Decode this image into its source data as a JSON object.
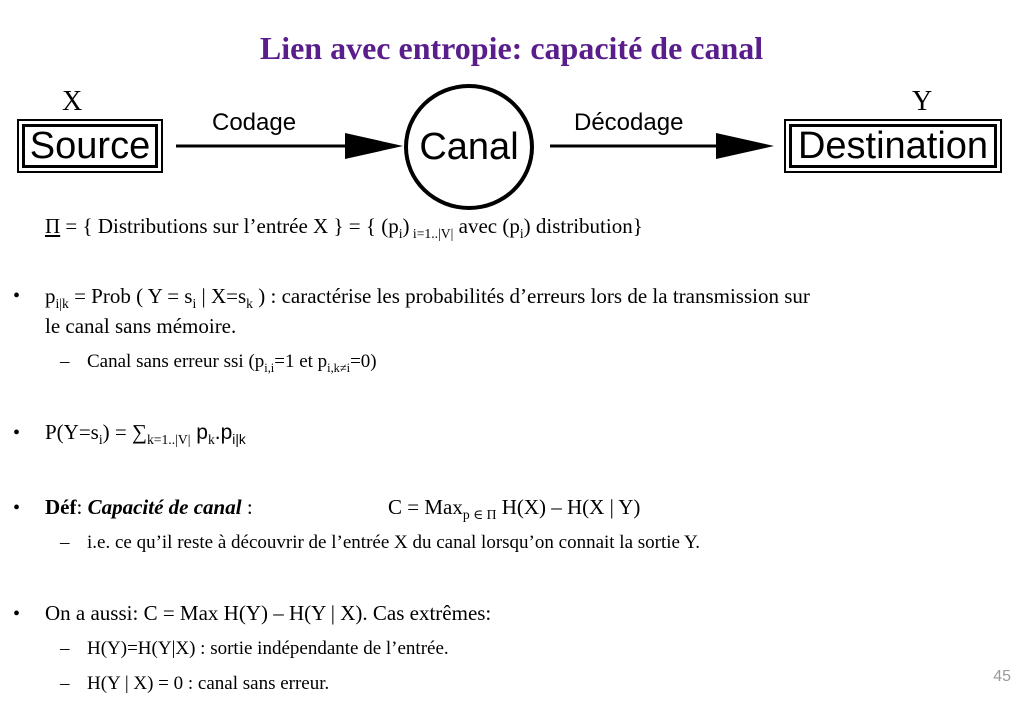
{
  "title": "Lien avec entropie: capacité de canal",
  "diagram": {
    "x_label": "X",
    "y_label": "Y",
    "source": "Source",
    "canal": "Canal",
    "destination": "Destination",
    "codage": "Codage",
    "decodage": "Décodage"
  },
  "bullets": {
    "b1_marker": "",
    "b1_pi": "Π",
    "b1_text1": " = { Distributions sur l’entrée X } = { (p",
    "b1_i": "i",
    "b1_close": ")",
    "b1_range": " i=1..|V|",
    "b1_text2": " avec (p",
    "b1_i2": "i",
    "b1_text3": ") distribution}",
    "b2_marker": "•",
    "b2_p": "p",
    "b2_ik": "i|k",
    "b2_text1": " = Prob ( Y = s",
    "b2_i": "i",
    "b2_text2": " | X=s",
    "b2_k": "k",
    "b2_text3": " ) :  caractérise les probabilités d’erreurs lors de la transmission sur",
    "b2_line2": "le canal sans mémoire.",
    "b2_sub_marker": "–",
    "b2_sub_text1": "Canal sans erreur ssi  (p",
    "b2_sub_ii": "i,i",
    "b2_sub_text2": "=1  et p",
    "b2_sub_ik": "i,k≠i",
    "b2_sub_text3": "=0)",
    "b3_marker": "•",
    "b3_text1": "P(Y=s",
    "b3_i": "i",
    "b3_text2": ") = ∑",
    "b3_range": "k=1..|V|",
    "b3_pk": " p",
    "b3_k": "k",
    "b3_dot": ".p",
    "b3_ik": "i|k",
    "b4_marker": "•",
    "b4_def": "Déf",
    "b4_colon": ": ",
    "b4_cap": "Capacité de canal",
    "b4_colon2": " :",
    "b4_formula1": "C = Max",
    "b4_formula_sub": "p ∈ Π",
    "b4_formula2": " H(X) – H(X | Y)",
    "b4_sub_marker": "–",
    "b4_sub_text": "i.e. ce qu’il reste à découvrir de l’entrée X du canal lorsqu’on connait la sortie Y.",
    "b5_marker": "•",
    "b5_text": "On a aussi: C = Max H(Y) – H(Y | X).   Cas extrêmes:",
    "b5_sub1_marker": "–",
    "b5_sub1_text": "H(Y)=H(Y|X) : sortie indépendante de l’entrée.",
    "b5_sub2_marker": "–",
    "b5_sub2_text": "H(Y | X) = 0 : canal sans erreur."
  },
  "page_number": "45"
}
